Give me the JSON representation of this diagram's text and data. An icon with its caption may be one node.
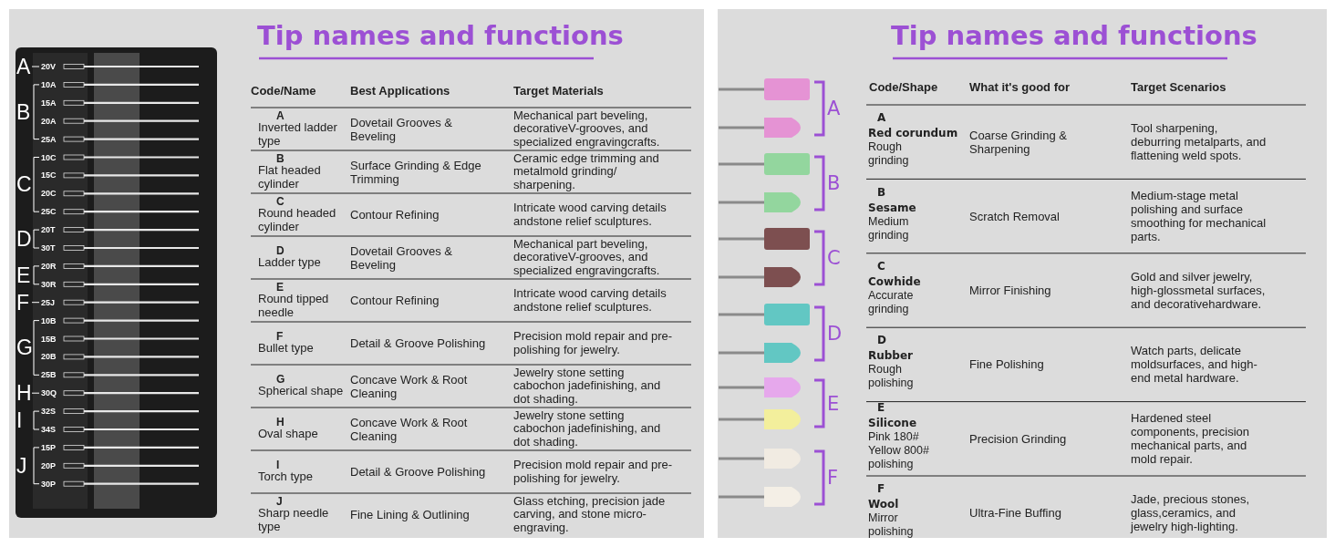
{
  "diagram": {
    "labels": [
      "Tip names and functions",
      "A",
      "20V",
      "B",
      "10A",
      "15A",
      "20A",
      "25A",
      "C",
      "10C",
      "15C",
      "20C",
      "25C",
      "D",
      "20T",
      "30T",
      "E",
      "20R",
      "30R",
      "F",
      "25J",
      "G",
      "10B",
      "15B",
      "20B",
      "25B",
      "H",
      "30Q",
      "I",
      "32S",
      "34S",
      "J",
      "15P",
      "20P",
      "30P",
      "Code/Name",
      "Best Applications",
      "Target Materials",
      "A",
      "Inverted ladder type",
      "Dovetail Grooves & Beveling",
      "Mechanical part beveling, decorativeV-grooves, and specialized engravingcrafts.",
      "B",
      "Flat headed cylinder",
      "Surface Grinding & Edge Trimming",
      "Ceramic edge trimming and metalmold grinding/ sharpening.",
      "C",
      "Round headed cylinder",
      "Contour Refining",
      "Intricate wood carving details andstone relief sculptures.",
      "D",
      "Ladder type",
      "Dovetail Grooves & Beveling",
      "Mechanical part beveling, decorativeV-grooves, and specialized engravingcrafts.",
      "E",
      "Round tipped needle",
      "Contour Refining",
      "Intricate wood carving details andstone relief sculptures.",
      "F",
      "Bullet type",
      "Detail & Groove Polishing",
      "Precision mold repair and pre-polishing for jewelry.",
      "G",
      "Spherical shape",
      "Concave Work & Root Cleaning",
      "Jewelry stone setting cabochon jadefinishing, and dot shading.",
      "H",
      "Oval shape",
      "Concave Work & Root Cleaning",
      "Jewelry stone setting cabochon jadefinishing, and dot shading.",
      "I",
      "Torch type",
      "Detail & Groove Polishing",
      "Precision mold repair and pre-polishing for jewelry.",
      "J",
      "Sharp needle type",
      "Fine Lining & Outlining",
      "Glass etching, precision jade carving, and stone micro-engraving.",
      "Tip names and functions",
      "A",
      "B",
      "C",
      "D",
      "E",
      "F",
      "Code/Shape",
      "What it's good for",
      "Target Scenarios",
      "A",
      "Red corundum",
      "Rough grinding",
      "Coarse Grinding & Sharpening",
      "Tool sharpening, deburring metalparts, and flattening weld spots.",
      "B",
      "Sesame",
      "Medium grinding",
      "Scratch Removal",
      "Medium-stage metal polishing and surface smoothing for mechanical parts.",
      "C",
      "Cowhide",
      "Accurate grinding",
      "Mirror Finishing",
      "Gold and silver jewelry, high-glossmetal surfaces, and decorativehardware.",
      "D",
      "Rubber",
      "Rough polishing",
      "Fine Polishing",
      "Watch parts, delicate moldsurfaces, and high-end metal hardware.",
      "E",
      "Silicone",
      "Pink 180# Yellow 800# polishing",
      "Precision Grinding",
      "Hardened steel components, precision mechanical parts, and mold repair.",
      "F",
      "Wool",
      "Mirror polishing",
      "Ultra-Fine Buffing",
      "Jade, precious stones, glass,ceramics, and jewelry high-lighting."
    ]
  }
}
